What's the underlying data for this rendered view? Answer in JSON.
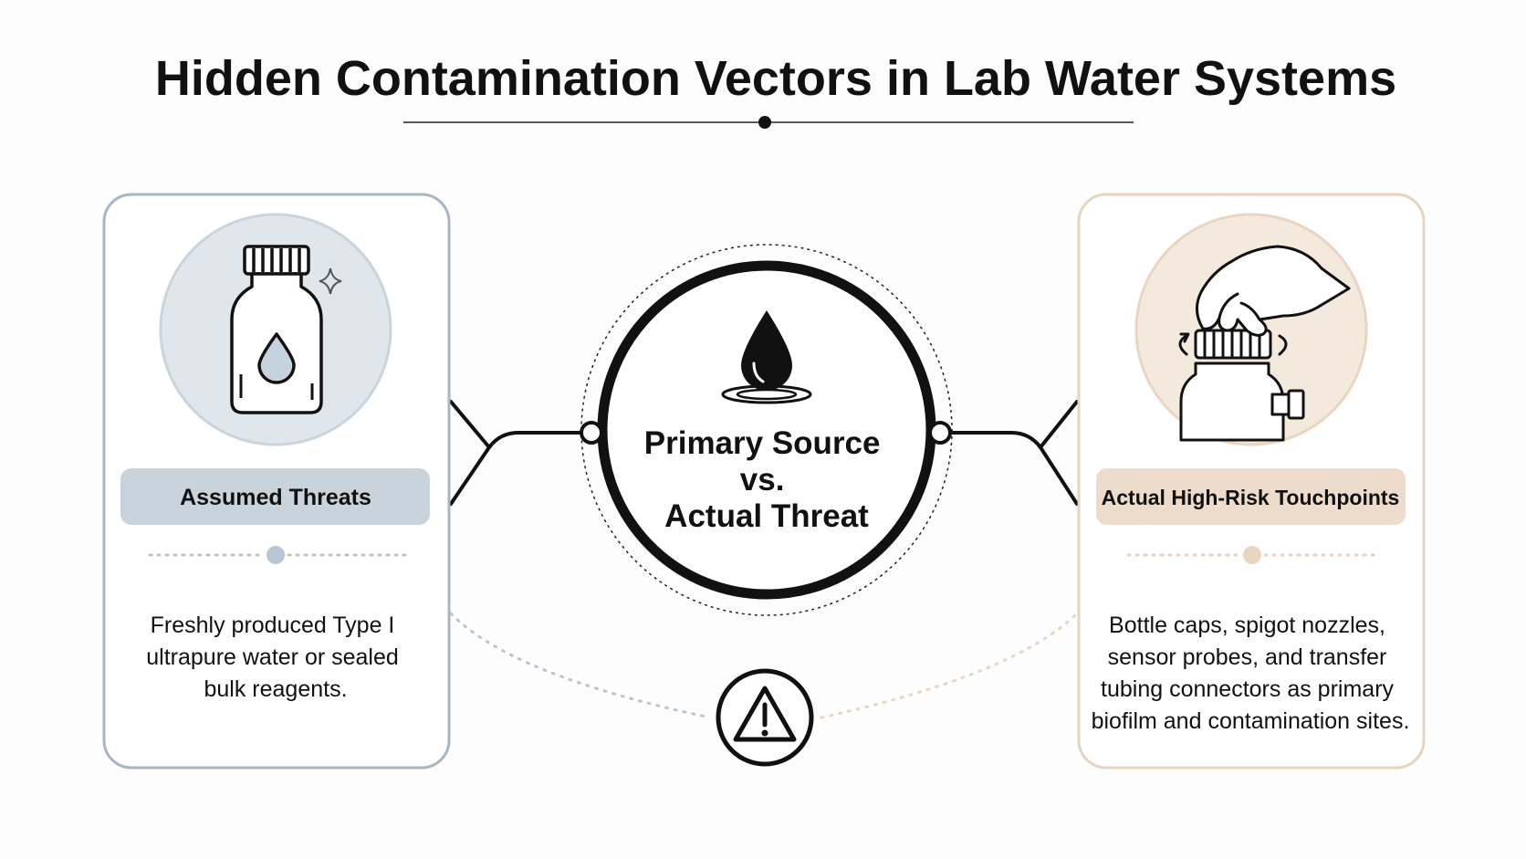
{
  "title": "Hidden Contamination Vectors in Lab Water Systems",
  "center": {
    "line1": "Primary Source",
    "line2": "vs.",
    "line3": "Actual Threat"
  },
  "left": {
    "label": "Assumed Threats",
    "desc": [
      "Freshly produced Type I",
      "ultrapure water or sealed",
      "bulk reagents."
    ]
  },
  "right": {
    "label": "Actual High-Risk Touchpoints",
    "desc": [
      "Bottle caps, spigot nozzles,",
      "sensor probes, and transfer",
      "tubing connectors as primary",
      "biofilm and contamination sites."
    ]
  },
  "colors": {
    "left_accent": "#9fb1c1",
    "left_fill": "#dde4ea",
    "left_label_bg": "#c7d3dc",
    "right_accent": "#e4cdb5",
    "right_fill": "#f3e7da",
    "right_label_bg": "#ecdccb",
    "ink": "#111111"
  },
  "icons": {
    "left": "water-bottle-icon",
    "center": "water-drop-icon",
    "right": "hand-twisting-cap-icon",
    "bottom": "warning-icon",
    "sparkle": "sparkle-icon"
  }
}
